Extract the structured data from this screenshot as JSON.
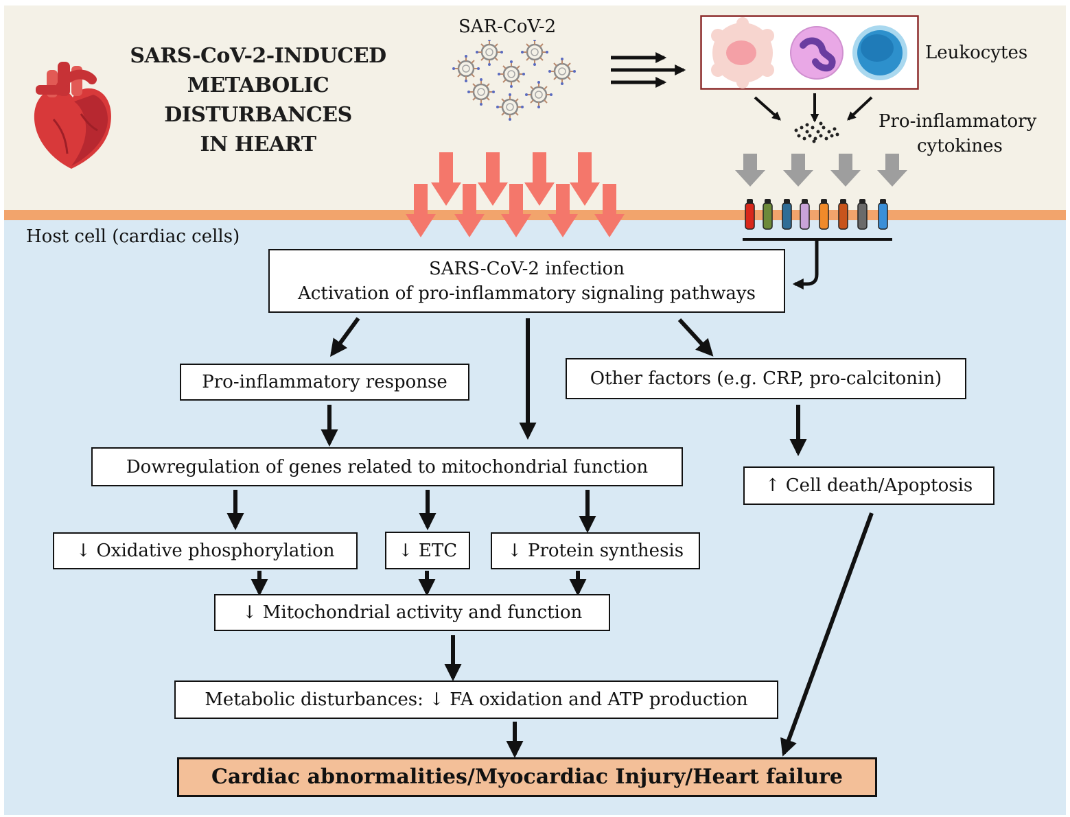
{
  "title_lines": [
    "SARS-CoV-2-INDUCED",
    "METABOLIC",
    "DISTURBANCES",
    "IN HEART"
  ],
  "labels": {
    "virus": "SAR-CoV-2",
    "leukocytes": "Leukocytes",
    "cytokines_line1": "Pro-inflammatory",
    "cytokines_line2": "cytokines",
    "host_cell": "Host cell (cardiac cells)"
  },
  "boxes": {
    "infection_line1": "SARS-CoV-2 infection",
    "infection_line2": "Activation of pro-inflammatory signaling pathways",
    "proinflammatory_response": "Pro-inflammatory response",
    "other_factors": "Other factors (e.g. CRP, pro-calcitonin)",
    "downregulation": "Dowregulation of genes related to mitochondrial function",
    "cell_death": "↑ Cell death/Apoptosis",
    "oxphos": "↓ Oxidative phosphorylation",
    "etc": "↓ ETC",
    "protein_synthesis": "↓ Protein synthesis",
    "mito_activity": "↓ Mitochondrial activity and function",
    "metabolic": "Metabolic disturbances: ↓ FA oxidation and ATP production",
    "outcome": "Cardiac abnormalities/Myocardiac Injury/Heart failure"
  },
  "colors": {
    "top_background": "#f4f1e7",
    "cell_background": "#d9e9f4",
    "membrane": "#f2a46c",
    "virus_arrows": "#f4776b",
    "cytokine_arrows": "#9e9e9e",
    "outcome_box": "#f3bf98",
    "receptors": [
      "#d9281b",
      "#6d8a3a",
      "#2f6d96",
      "#c9a3d8",
      "#f08a2a",
      "#c8541c",
      "#6a6a6a",
      "#3a8fd8"
    ]
  },
  "icons": [
    "heart-icon",
    "virus-icon",
    "leukocyte-icon",
    "cytokine-icon",
    "receptor-icon"
  ]
}
